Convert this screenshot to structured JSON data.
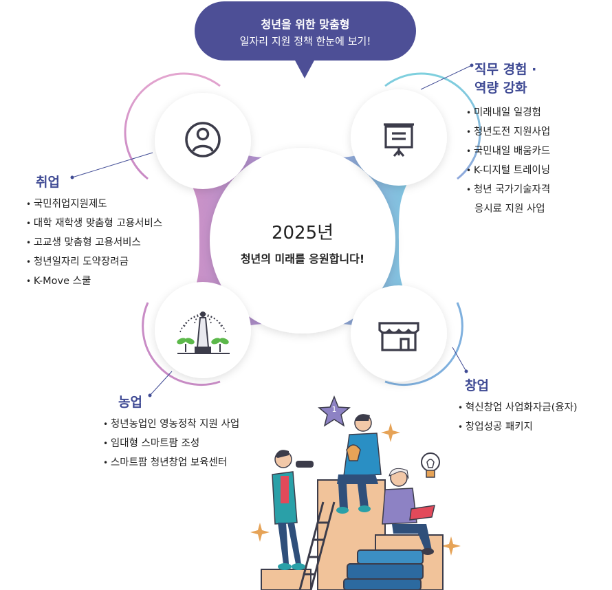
{
  "bubble": {
    "line1": "청년을 위한 맞춤형",
    "line2": "일자리 지원 정책 한눈에 보기!"
  },
  "center": {
    "year": "2025년",
    "message": "청년의 미래를 응원합니다!"
  },
  "categories": {
    "employment": {
      "title": "취업",
      "items": [
        "국민취업지원제도",
        "대학 재학생 맞춤형 고용서비스",
        "고교생 맞춤형 고용서비스",
        "청년일자리 도약장려금",
        "K-Move 스쿨"
      ]
    },
    "job_experience": {
      "title_line1": "직무 경험 ·",
      "title_line2": "역량 강화",
      "items": [
        "미래내일 일경험",
        "청년도전 지원사업",
        "국민내일 배움카드",
        "K-디지털 트레이닝",
        "청년 국가기술자격",
        "응시료 지원 사업"
      ]
    },
    "agriculture": {
      "title": "농업",
      "items": [
        "청년농업인 영농정착 지원 사업",
        "임대형 스마트팜 조성",
        "스마트팜 청년창업 보육센터"
      ]
    },
    "startup": {
      "title": "창업",
      "items": [
        "혁신창업 사업화자금(융자)",
        "창업성공 패키지"
      ]
    }
  },
  "illustration": {
    "star_number": "1"
  },
  "colors": {
    "navy": "#4d4f96",
    "pink": "#d88cc0",
    "purple": "#8d84c8",
    "cyan": "#6bc4de",
    "title": "#3f4a94"
  }
}
